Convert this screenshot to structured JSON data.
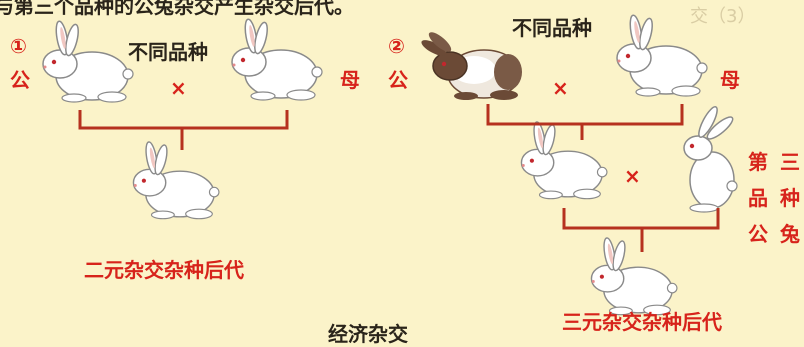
{
  "top_caption": "与第三个品种的公兔杂交产生杂交后代。",
  "top_right_faint": "交（3）",
  "diagram_1": {
    "number": "①",
    "male": "公",
    "breeds_label": "不同品种",
    "cross": "×",
    "female": "母",
    "offspring_label": "二元杂交杂种后代"
  },
  "diagram_2": {
    "number": "②",
    "male": "公",
    "breeds_label": "不同品种",
    "cross": "×",
    "female": "母",
    "third_breed_chars": [
      "第",
      "三",
      "品",
      "种",
      "公",
      "兔"
    ],
    "offspring_label": "三元杂交杂种后代"
  },
  "bottom_caption": "经济杂交",
  "colors": {
    "background": "#fbf3c9",
    "label_red": "#d7231b",
    "line_red": "#b6311f",
    "text_dark": "#2a241a"
  }
}
